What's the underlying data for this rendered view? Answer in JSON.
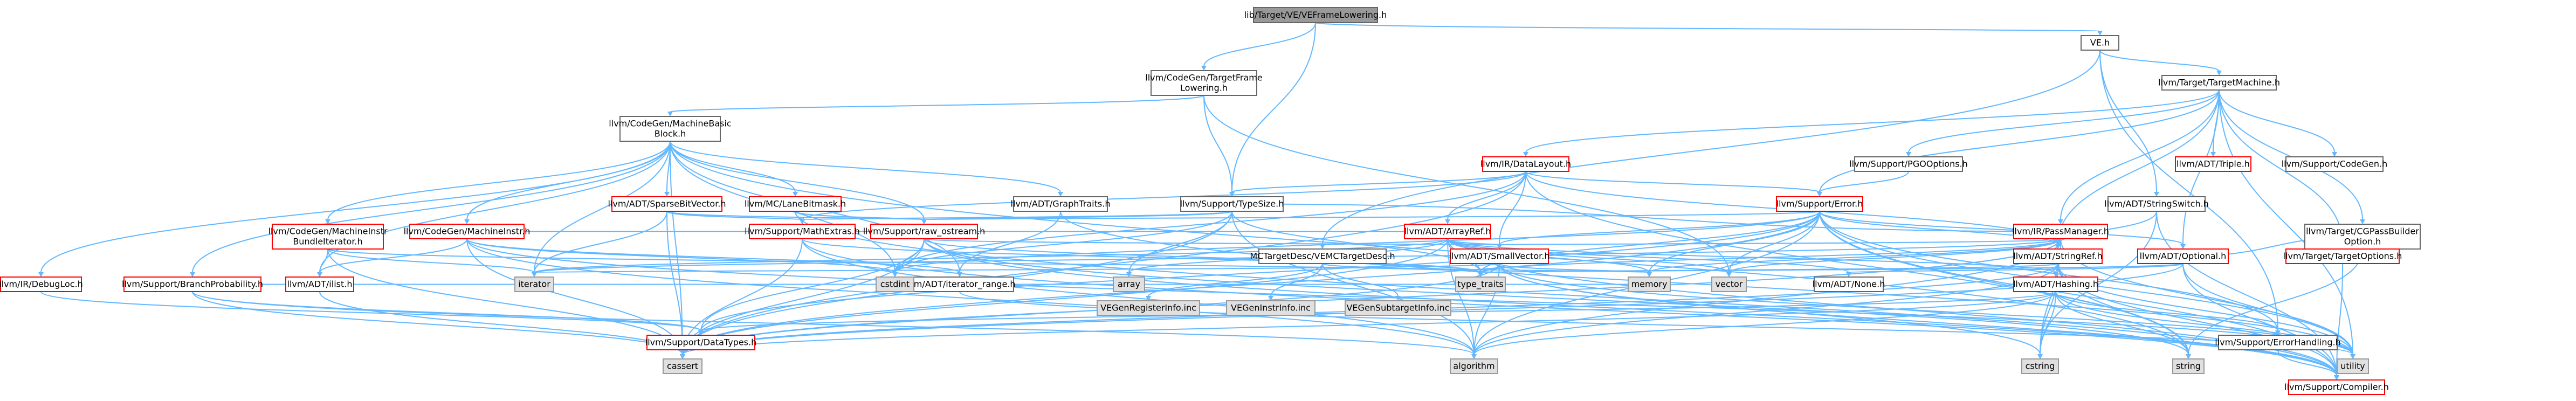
{
  "diagram": {
    "type": "include-dependency-graph",
    "colors": {
      "edge": "#63b8ff",
      "root_fill": "#999999",
      "root_stroke": "#666666",
      "doc_fill": "#ffffff",
      "doc_stroke": "#666666",
      "red_fill": "#ffffff",
      "red_stroke": "#ff0000",
      "sys_fill": "#e0e0e0",
      "sys_stroke": "#999999"
    },
    "nodes": [
      {
        "id": "root",
        "kind": "root",
        "lines": [
          "lib/Target/VE/VEFrameLowering.h"
        ]
      },
      {
        "id": "cgtfl",
        "kind": "doc",
        "lines": [
          "llvm/CodeGen/TargetFrame",
          "Lowering.h"
        ]
      },
      {
        "id": "veh",
        "kind": "doc",
        "lines": [
          "VE.h"
        ]
      },
      {
        "id": "mbb",
        "kind": "doc",
        "lines": [
          "llvm/CodeGen/MachineBasic",
          "Block.h"
        ]
      },
      {
        "id": "typesize",
        "kind": "doc",
        "lines": [
          "llvm/Support/TypeSize.h"
        ]
      },
      {
        "id": "tm",
        "kind": "doc",
        "lines": [
          "llvm/Target/TargetMachine.h"
        ]
      },
      {
        "id": "datalayout",
        "kind": "red",
        "lines": [
          "llvm/IR/DataLayout.h"
        ]
      },
      {
        "id": "pgo",
        "kind": "doc",
        "lines": [
          "llvm/Support/PGOOptions.h"
        ]
      },
      {
        "id": "triple",
        "kind": "red",
        "lines": [
          "llvm/ADT/Triple.h"
        ]
      },
      {
        "id": "supcodegen",
        "kind": "doc",
        "lines": [
          "llvm/Support/CodeGen.h"
        ]
      },
      {
        "id": "graphtraits",
        "kind": "doc",
        "lines": [
          "llvm/ADT/GraphTraits.h"
        ]
      },
      {
        "id": "sparsebv",
        "kind": "red",
        "lines": [
          "llvm/ADT/SparseBitVector.h"
        ]
      },
      {
        "id": "lanebm",
        "kind": "red",
        "lines": [
          "llvm/MC/LaneBitmask.h"
        ]
      },
      {
        "id": "mibundle",
        "kind": "red",
        "lines": [
          "llvm/CodeGen/MachineInstr",
          "BundleIterator.h"
        ]
      },
      {
        "id": "minstr",
        "kind": "red",
        "lines": [
          "llvm/CodeGen/MachineInstr.h"
        ]
      },
      {
        "id": "bp",
        "kind": "red",
        "lines": [
          "llvm/Support/BranchProbability.h"
        ]
      },
      {
        "id": "debugloc",
        "kind": "red",
        "lines": [
          "llvm/IR/DebugLoc.h"
        ]
      },
      {
        "id": "mathextras",
        "kind": "red",
        "lines": [
          "llvm/Support/MathExtras.h"
        ]
      },
      {
        "id": "rawostream",
        "kind": "red",
        "lines": [
          "llvm/Support/raw_ostream.h"
        ]
      },
      {
        "id": "arrayref",
        "kind": "red",
        "lines": [
          "llvm/ADT/ArrayRef.h"
        ]
      },
      {
        "id": "error",
        "kind": "red",
        "lines": [
          "llvm/Support/Error.h"
        ]
      },
      {
        "id": "passmanager",
        "kind": "red",
        "lines": [
          "llvm/IR/PassManager.h"
        ]
      },
      {
        "id": "stringswitch",
        "kind": "doc",
        "lines": [
          "llvm/ADT/StringSwitch.h"
        ]
      },
      {
        "id": "cgpb",
        "kind": "doc",
        "lines": [
          "llvm/Target/CGPassBuilder",
          "Option.h"
        ]
      },
      {
        "id": "ilist",
        "kind": "red",
        "lines": [
          "llvm/ADT/ilist.h"
        ]
      },
      {
        "id": "mcdesc",
        "kind": "doc",
        "lines": [
          "MCTargetDesc/VEMCTargetDesc.h"
        ]
      },
      {
        "id": "smallvector",
        "kind": "red",
        "lines": [
          "llvm/ADT/SmallVector.h"
        ]
      },
      {
        "id": "stringref",
        "kind": "red",
        "lines": [
          "llvm/ADT/StringRef.h"
        ]
      },
      {
        "id": "optional",
        "kind": "red",
        "lines": [
          "llvm/ADT/Optional.h"
        ]
      },
      {
        "id": "targetoptions",
        "kind": "red",
        "lines": [
          "llvm/Target/TargetOptions.h"
        ]
      },
      {
        "id": "iteratorrange",
        "kind": "doc",
        "lines": [
          "llvm/ADT/iterator_range.h"
        ]
      },
      {
        "id": "none",
        "kind": "doc",
        "lines": [
          "llvm/ADT/None.h"
        ]
      },
      {
        "id": "hashing",
        "kind": "red",
        "lines": [
          "llvm/ADT/Hashing.h"
        ]
      },
      {
        "id": "datatypes",
        "kind": "red",
        "lines": [
          "llvm/Support/DataTypes.h"
        ]
      },
      {
        "id": "errorhandling",
        "kind": "doc",
        "lines": [
          "llvm/Support/ErrorHandling.h"
        ]
      },
      {
        "id": "compiler",
        "kind": "red",
        "lines": [
          "llvm/Support/Compiler.h"
        ]
      },
      {
        "id": "veregs",
        "kind": "sys",
        "lines": [
          "VEGenRegisterInfo.inc"
        ]
      },
      {
        "id": "veinstr",
        "kind": "sys",
        "lines": [
          "VEGenInstrInfo.inc"
        ]
      },
      {
        "id": "vesub",
        "kind": "sys",
        "lines": [
          "VEGenSubtargetInfo.inc"
        ]
      },
      {
        "id": "iterator",
        "kind": "sys",
        "lines": [
          "iterator"
        ]
      },
      {
        "id": "cstdint",
        "kind": "sys",
        "lines": [
          "cstdint"
        ]
      },
      {
        "id": "array",
        "kind": "sys",
        "lines": [
          "array"
        ]
      },
      {
        "id": "vector",
        "kind": "sys",
        "lines": [
          "vector"
        ]
      },
      {
        "id": "typetraits",
        "kind": "sys",
        "lines": [
          "type_traits"
        ]
      },
      {
        "id": "memory",
        "kind": "sys",
        "lines": [
          "memory"
        ]
      },
      {
        "id": "cassert",
        "kind": "sys",
        "lines": [
          "cassert"
        ]
      },
      {
        "id": "algorithm",
        "kind": "sys",
        "lines": [
          "algorithm"
        ]
      },
      {
        "id": "cstring",
        "kind": "sys",
        "lines": [
          "cstring"
        ]
      },
      {
        "id": "string",
        "kind": "sys",
        "lines": [
          "string"
        ]
      },
      {
        "id": "utility",
        "kind": "sys",
        "lines": [
          "utility"
        ]
      }
    ],
    "edges": [
      [
        "root",
        "cgtfl"
      ],
      [
        "root",
        "veh"
      ],
      [
        "root",
        "typesize"
      ],
      [
        "cgtfl",
        "mbb"
      ],
      [
        "cgtfl",
        "typesize"
      ],
      [
        "cgtfl",
        "vector"
      ],
      [
        "veh",
        "tm"
      ],
      [
        "veh",
        "mcdesc"
      ],
      [
        "veh",
        "stringswitch"
      ],
      [
        "veh",
        "errorhandling"
      ],
      [
        "mbb",
        "graphtraits"
      ],
      [
        "mbb",
        "sparsebv"
      ],
      [
        "mbb",
        "lanebm"
      ],
      [
        "mbb",
        "mibundle"
      ],
      [
        "mbb",
        "minstr"
      ],
      [
        "mbb",
        "bp"
      ],
      [
        "mbb",
        "debugloc"
      ],
      [
        "mbb",
        "iteratorrange"
      ],
      [
        "mbb",
        "rawostream"
      ],
      [
        "mbb",
        "cassert"
      ],
      [
        "mbb",
        "cstdint"
      ],
      [
        "mbb",
        "iterator"
      ],
      [
        "mbb",
        "ilist"
      ],
      [
        "mbb",
        "string"
      ],
      [
        "tm",
        "datalayout"
      ],
      [
        "tm",
        "pgo"
      ],
      [
        "tm",
        "triple"
      ],
      [
        "tm",
        "supcodegen"
      ],
      [
        "tm",
        "passmanager"
      ],
      [
        "tm",
        "cgpb"
      ],
      [
        "tm",
        "error"
      ],
      [
        "tm",
        "targetoptions"
      ],
      [
        "tm",
        "stringref"
      ],
      [
        "tm",
        "optional"
      ],
      [
        "tm",
        "utility"
      ],
      [
        "typesize",
        "mathextras"
      ],
      [
        "typesize",
        "rawostream"
      ],
      [
        "typesize",
        "algorithm"
      ],
      [
        "typesize",
        "array"
      ],
      [
        "typesize",
        "cassert"
      ],
      [
        "typesize",
        "cstdint"
      ],
      [
        "typesize",
        "typetraits"
      ],
      [
        "datalayout",
        "arrayref"
      ],
      [
        "datalayout",
        "smallvector"
      ],
      [
        "datalayout",
        "stringref"
      ],
      [
        "datalayout",
        "typesize"
      ],
      [
        "datalayout",
        "mathextras"
      ],
      [
        "datalayout",
        "error"
      ],
      [
        "datalayout",
        "cassert"
      ],
      [
        "datalayout",
        "cstdint"
      ],
      [
        "datalayout",
        "string"
      ],
      [
        "pgo",
        "error"
      ],
      [
        "graphtraits",
        "iteratorrange"
      ],
      [
        "graphtraits",
        "utility"
      ],
      [
        "sparsebv",
        "mathextras"
      ],
      [
        "sparsebv",
        "rawostream"
      ],
      [
        "sparsebv",
        "cassert"
      ],
      [
        "sparsebv",
        "climits"
      ],
      [
        "sparsebv",
        "iterator"
      ],
      [
        "lanebm",
        "compiler"
      ],
      [
        "lanebm",
        "mathextras"
      ],
      [
        "lanebm",
        "rawostream"
      ],
      [
        "mibundle",
        "ilist"
      ],
      [
        "mibundle",
        "cassert"
      ],
      [
        "mibundle",
        "iterator"
      ],
      [
        "mibundle",
        "typetraits"
      ],
      [
        "minstr",
        "ilist"
      ],
      [
        "minstr",
        "arrayref"
      ],
      [
        "minstr",
        "iteratorrange"
      ],
      [
        "minstr",
        "algorithm"
      ],
      [
        "minstr",
        "cassert"
      ],
      [
        "minstr",
        "cstdint"
      ],
      [
        "minstr",
        "utility"
      ],
      [
        "bp",
        "datatypes"
      ],
      [
        "bp",
        "algorithm"
      ],
      [
        "bp",
        "cassert"
      ],
      [
        "bp",
        "memory"
      ],
      [
        "debugloc",
        "datatypes"
      ],
      [
        "mathextras",
        "compiler"
      ],
      [
        "mathextras",
        "algorithm"
      ],
      [
        "mathextras",
        "cassert"
      ],
      [
        "mathextras",
        "typetraits"
      ],
      [
        "rawostream",
        "compiler"
      ],
      [
        "rawostream",
        "datatypes"
      ],
      [
        "rawostream",
        "cassert"
      ],
      [
        "rawostream",
        "cstdint"
      ],
      [
        "rawostream",
        "string"
      ],
      [
        "rawostream",
        "typetraits"
      ],
      [
        "rawostream",
        "smallvector"
      ],
      [
        "arrayref",
        "hashing"
      ],
      [
        "arrayref",
        "none"
      ],
      [
        "arrayref",
        "smallvector"
      ],
      [
        "arrayref",
        "compiler"
      ],
      [
        "arrayref",
        "algorithm"
      ],
      [
        "arrayref",
        "array"
      ],
      [
        "arrayref",
        "cassert"
      ],
      [
        "arrayref",
        "iterator"
      ],
      [
        "arrayref",
        "memory"
      ],
      [
        "arrayref",
        "typetraits"
      ],
      [
        "arrayref",
        "vector"
      ],
      [
        "error",
        "stringref"
      ],
      [
        "error",
        "errorhandling"
      ],
      [
        "error",
        "compiler"
      ],
      [
        "error",
        "datatypes"
      ],
      [
        "error",
        "rawostream"
      ],
      [
        "error",
        "optional"
      ],
      [
        "error",
        "smallvector"
      ],
      [
        "error",
        "algorithm"
      ],
      [
        "error",
        "cassert"
      ],
      [
        "error",
        "cstdint"
      ],
      [
        "error",
        "memory"
      ],
      [
        "error",
        "string"
      ],
      [
        "error",
        "typetraits"
      ],
      [
        "error",
        "utility"
      ],
      [
        "error",
        "vector"
      ],
      [
        "passmanager",
        "stringref"
      ],
      [
        "passmanager",
        "smallvector"
      ],
      [
        "passmanager",
        "typesize"
      ],
      [
        "passmanager",
        "algorithm"
      ],
      [
        "passmanager",
        "cassert"
      ],
      [
        "passmanager",
        "cstring"
      ],
      [
        "passmanager",
        "iterator"
      ],
      [
        "passmanager",
        "memory"
      ],
      [
        "passmanager",
        "typetraits"
      ],
      [
        "passmanager",
        "utility"
      ],
      [
        "passmanager",
        "vector"
      ],
      [
        "stringswitch",
        "stringref"
      ],
      [
        "stringswitch",
        "compiler"
      ],
      [
        "stringswitch",
        "cstring"
      ],
      [
        "cgpb",
        "optional"
      ],
      [
        "cgpb",
        "string"
      ],
      [
        "ilist",
        "cassert"
      ],
      [
        "ilist",
        "cstddef"
      ],
      [
        "ilist",
        "iterator"
      ],
      [
        "mcdesc",
        "veregs"
      ],
      [
        "mcdesc",
        "veinstr"
      ],
      [
        "mcdesc",
        "vesub"
      ],
      [
        "mcdesc",
        "memory"
      ],
      [
        "smallvector",
        "compiler"
      ],
      [
        "smallvector",
        "algorithm"
      ],
      [
        "smallvector",
        "cassert"
      ],
      [
        "smallvector",
        "cstring"
      ],
      [
        "smallvector",
        "iterator"
      ],
      [
        "smallvector",
        "memory"
      ],
      [
        "smallvector",
        "typetraits"
      ],
      [
        "smallvector",
        "utility"
      ],
      [
        "stringref",
        "hashing"
      ],
      [
        "stringref",
        "compiler"
      ],
      [
        "stringref",
        "algorithm"
      ],
      [
        "stringref",
        "cassert"
      ],
      [
        "stringref",
        "cstring"
      ],
      [
        "stringref",
        "string"
      ],
      [
        "stringref",
        "typetraits"
      ],
      [
        "stringref",
        "utility"
      ],
      [
        "optional",
        "none"
      ],
      [
        "optional",
        "compiler"
      ],
      [
        "optional",
        "cassert"
      ],
      [
        "optional",
        "typetraits"
      ],
      [
        "optional",
        "utility"
      ],
      [
        "targetoptions",
        "compiler"
      ],
      [
        "iteratorrange",
        "iterator"
      ],
      [
        "iteratorrange",
        "utility"
      ],
      [
        "hashing",
        "datatypes"
      ],
      [
        "hashing",
        "errorhandling"
      ],
      [
        "hashing",
        "algorithm"
      ],
      [
        "hashing",
        "cassert"
      ],
      [
        "hashing",
        "cstring"
      ],
      [
        "hashing",
        "string"
      ],
      [
        "hashing",
        "utility"
      ],
      [
        "errorhandling",
        "compiler"
      ]
    ]
  }
}
